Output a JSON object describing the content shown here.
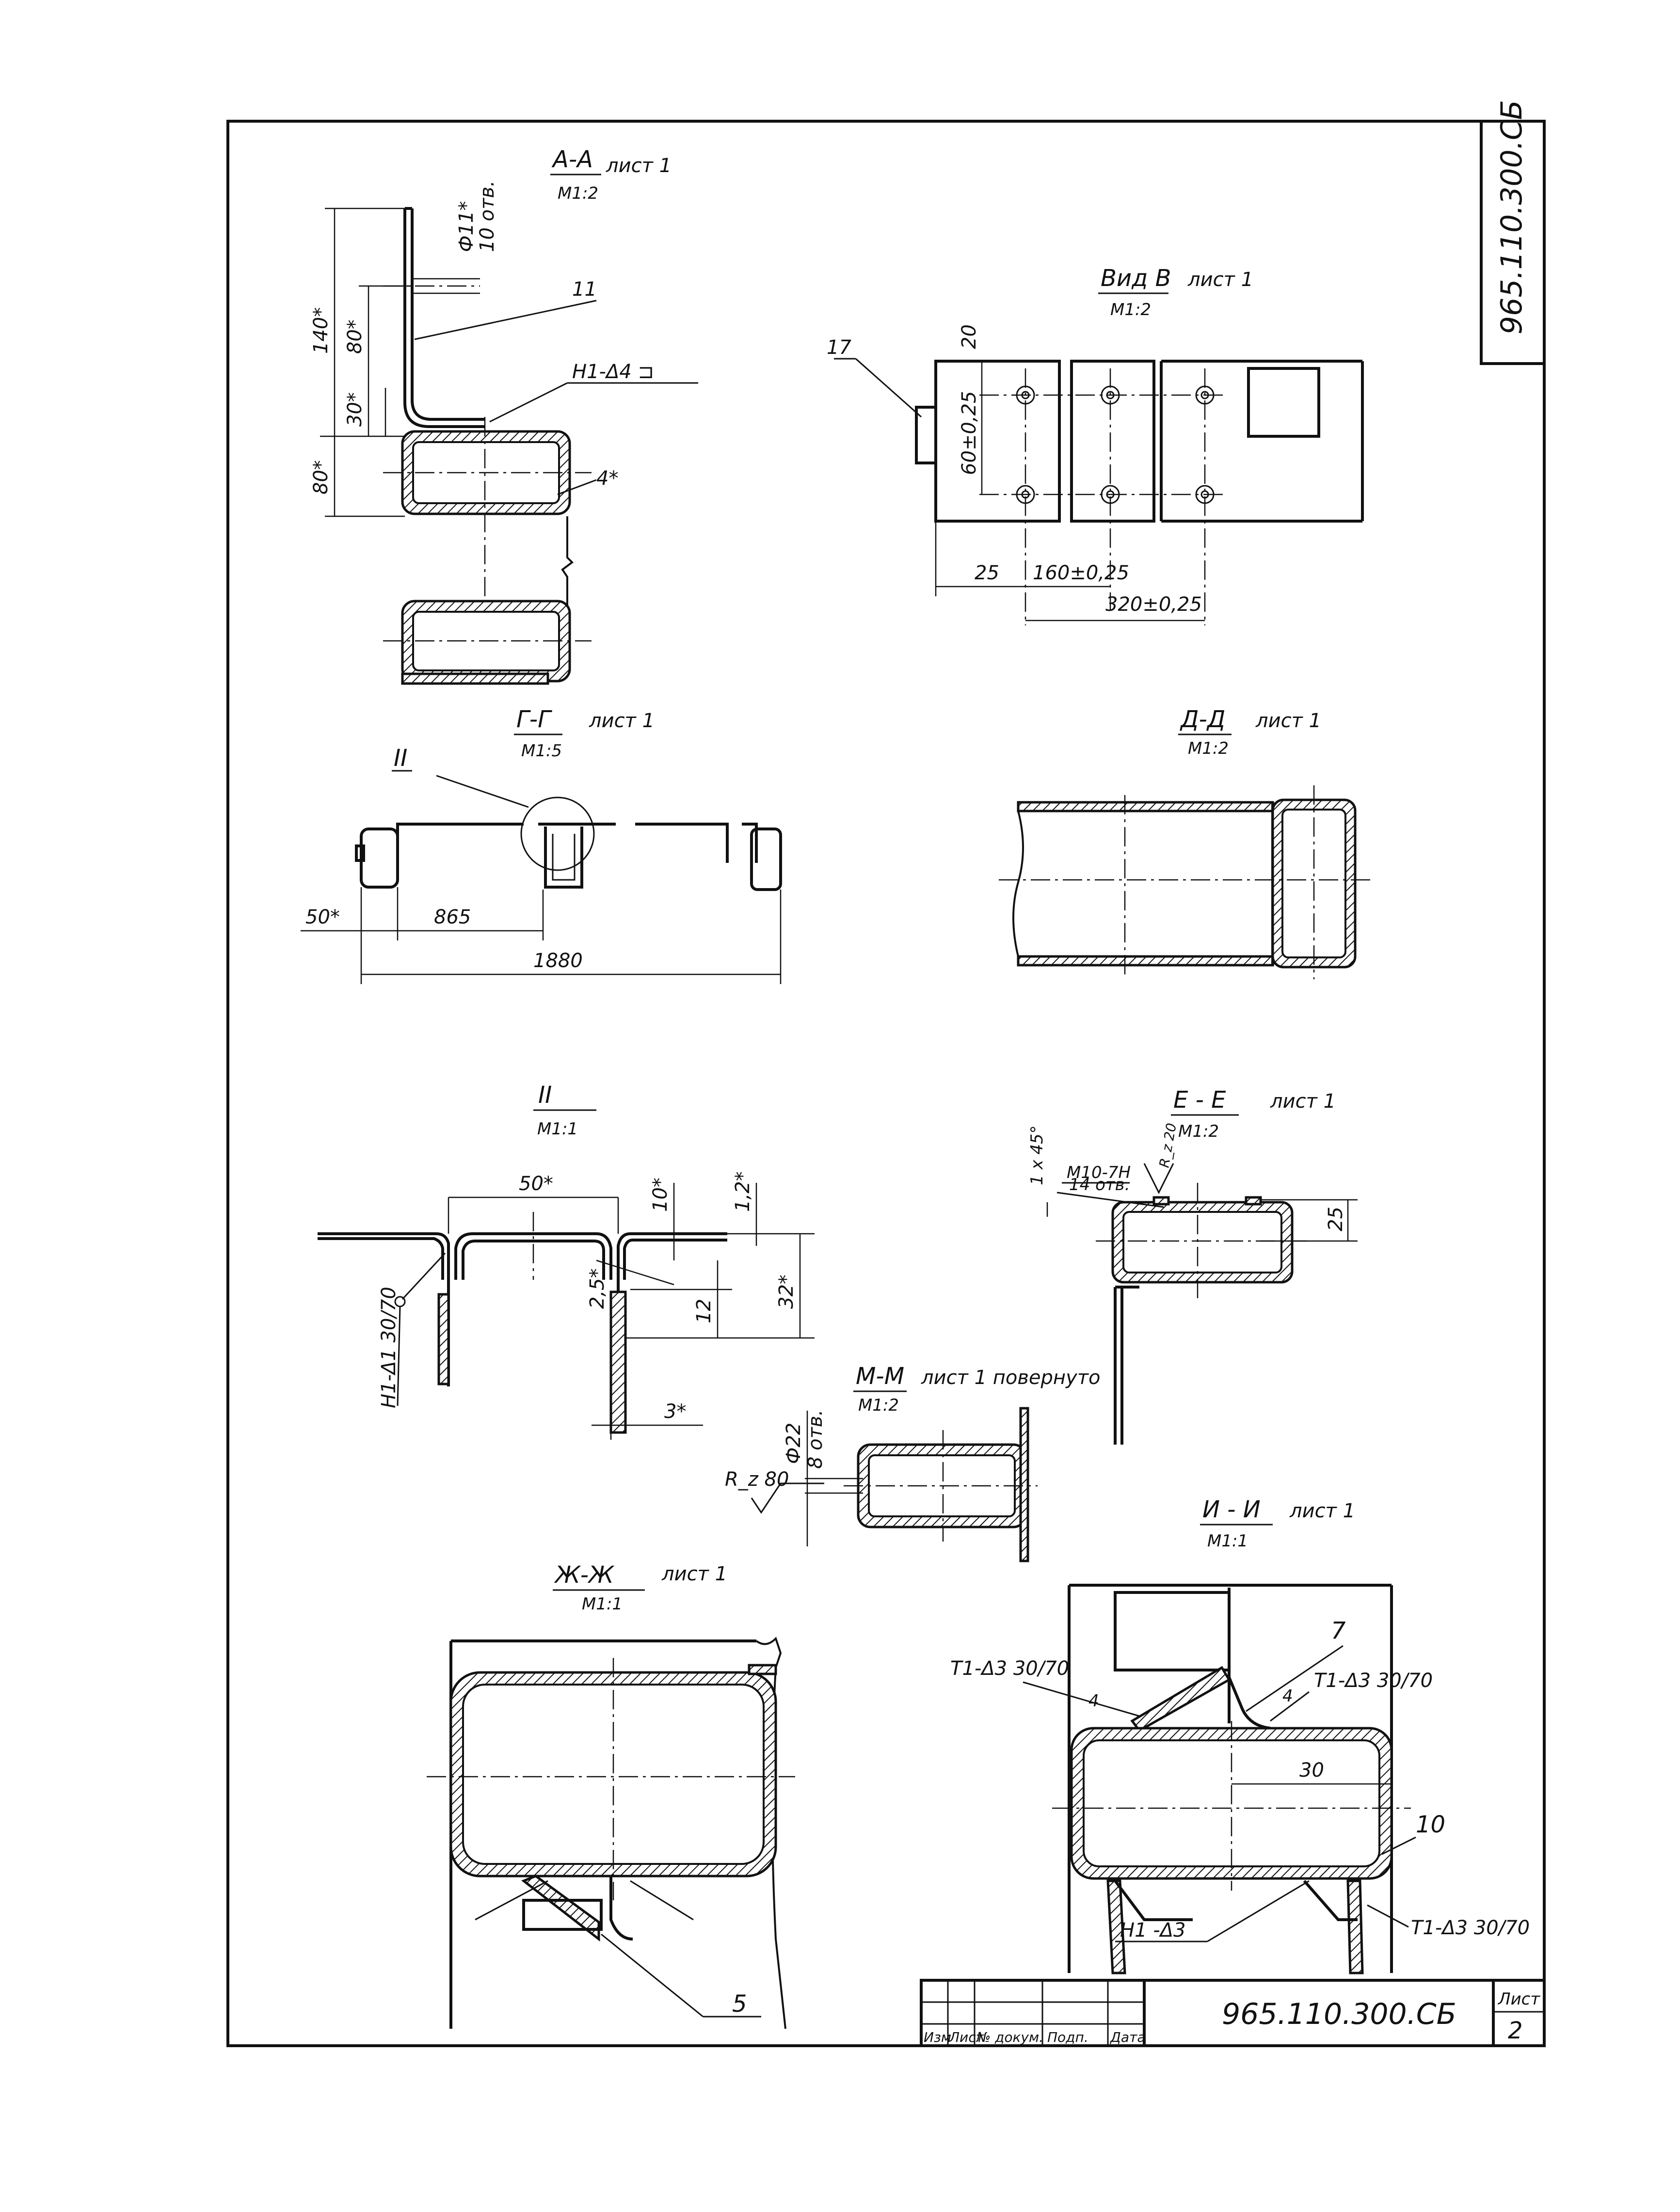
{
  "drawing_code": "965.110.300.СБ",
  "sheet_number": "2",
  "title_block": {
    "sheet_label": "Лист",
    "column_labels": [
      "Изм",
      "Лист",
      "№ докум.",
      "Подп.",
      "Дата"
    ]
  },
  "sections": {
    "aa": {
      "title": "А-А",
      "sheet_ref": "лист 1",
      "scale": "М1:2",
      "dims": {
        "d1": "140*",
        "d2": "80*",
        "d3": "30*",
        "d4": "80*",
        "hole": "Ф11*",
        "hole_count": "10 отв.",
        "wall": "4*"
      },
      "labels": {
        "part": "11",
        "weld": "Н1-Δ4 ⊐"
      }
    },
    "vid_v": {
      "title": "Вид В",
      "sheet_ref": "лист 1",
      "scale": "М1:2",
      "dims": {
        "top": "20",
        "pitch_v": "60±0,25",
        "left": "25",
        "pitch_h": "160±0,25",
        "pitch_h2": "320±0,25"
      },
      "labels": {
        "part": "17"
      }
    },
    "gg": {
      "title": "Г-Г",
      "sheet_ref": "лист 1",
      "scale": "М1:5",
      "dims": {
        "left": "50*",
        "mid": "865",
        "total": "1880"
      },
      "labels": {
        "detail": "II"
      }
    },
    "dd": {
      "title": "Д-Д",
      "sheet_ref": "лист 1",
      "scale": "М1:2"
    },
    "detail_ii": {
      "title": "II",
      "scale": "М1:1",
      "dims": {
        "width": "50*",
        "d10": "10*",
        "d12t": "1,2*",
        "d25": "2,5*",
        "d32": "32*",
        "d12": "12",
        "d3": "3*"
      },
      "labels": {
        "weld": "Н1-Δ1 30/70"
      }
    },
    "ee": {
      "title": "Е - Е",
      "sheet_ref": "лист 1",
      "scale": "М1:2",
      "dims": {
        "chamfer": "1 х 45°",
        "thread": "М10-7Н",
        "thread_count": "14 отв.",
        "rough": "R_z 20",
        "h": "25"
      }
    },
    "mm": {
      "title": "М-М",
      "sheet_ref": "лист 1 повернуто",
      "scale": "М1:2",
      "dims": {
        "hole": "Ф22",
        "hole_count": "8 отв.",
        "rough": "R_z 80"
      }
    },
    "zhzh": {
      "title": "Ж-Ж",
      "sheet_ref": "лист 1",
      "scale": "М1:1",
      "labels": {
        "part": "5"
      }
    },
    "ii": {
      "title": "И - И",
      "sheet_ref": "лист 1",
      "scale": "М1:1",
      "labels": {
        "weld_left": "Т1-Δ3 30/70",
        "wl_4": "4",
        "part7": "7",
        "weld_right": "Т1-Δ3 30/70",
        "wr_4": "4",
        "dim30": "30",
        "part10": "10",
        "weld_bottom": "Т1-Δ3 30/70",
        "weld_h": "Н1 -Δ3"
      }
    }
  }
}
